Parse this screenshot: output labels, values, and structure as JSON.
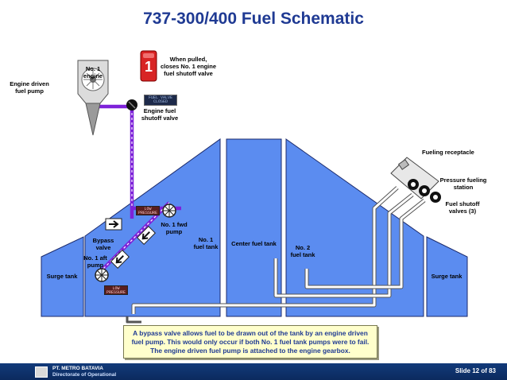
{
  "title": "737-300/400 Fuel Schematic",
  "labels": {
    "engine_no1": "No. 1\nengine",
    "engine_driven_pump": "Engine driven\nfuel pump",
    "when_pulled": "When pulled,\ncloses No. 1 engine\nfuel shutoff valve",
    "handle_number": "1",
    "engine_fuel_shutoff_valve": "Engine fuel\nshutoff valve",
    "fueling_receptacle": "Fueling receptacle",
    "pressure_fueling_station": "Pressure fueling\nstation",
    "fuel_shutoff_valves": "Fuel shutoff\nvalves (3)",
    "no1_fwd_pump": "No. 1 fwd\npump",
    "bypass_valve": "Bypass\nvalve",
    "no1_aft_pump": "No. 1 aft\npump",
    "no1_fuel_tank": "No. 1\nfuel tank",
    "center_fuel_tank": "Center fuel tank",
    "no2_fuel_tank": "No. 2\nfuel tank",
    "surge_tank_left": "Surge tank",
    "surge_tank_right": "Surge tank"
  },
  "indicators": {
    "valve_light": "FUEL VALVE\nCLOSED",
    "low_pressure_fwd": "LOW\nPRESSURE",
    "low_pressure_aft": "LOW\nPRESSURE"
  },
  "note": "A bypass valve allows fuel to be drawn out of the tank by an engine driven fuel pump.  This would only occur if both No. 1 fuel tank pumps were to fail.  The engine driven fuel pump is attached to the engine gearbox.",
  "footer": {
    "org_line1": "PT. METRO BATAVIA",
    "org_line2": "Directorate of Operational",
    "slide": "Slide  12 of 83"
  },
  "colors": {
    "tank_fill": "#5b8cf0",
    "fuel_line": "#7e22d9",
    "title": "#1f3a93",
    "note_bg": "#ffffcc",
    "footer_bg": "#0b2a5e"
  }
}
